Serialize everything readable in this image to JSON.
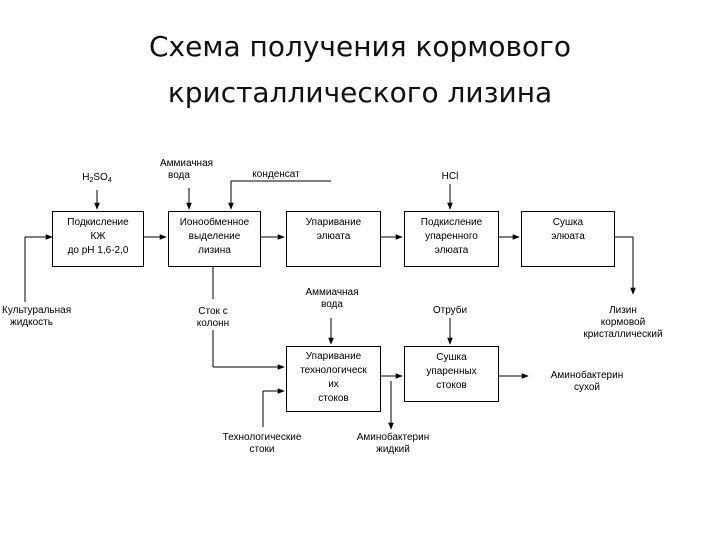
{
  "title": {
    "line1": "Схема получения кормового",
    "line2": "кристаллического лизина"
  },
  "boxes": {
    "acidify": [
      "Подкисление",
      "КЖ",
      "до pH 1,6-2,0"
    ],
    "ion_exchange": [
      "Ионообменное",
      "выделение",
      "лизина"
    ],
    "evap_eluate": [
      "Упаривание",
      "элюата"
    ],
    "acidify_evap": [
      "Подкисление",
      "упаренного",
      "элюата"
    ],
    "dry_eluate": [
      "Сушка",
      "элюата"
    ],
    "evap_tech": [
      "Упаривание",
      "технологическ",
      "их",
      "стоков"
    ],
    "dry_evap": [
      "Сушка",
      "упаренных",
      "стоков"
    ]
  },
  "labels": {
    "h2so4_h": "H",
    "h2so4_2": "2",
    "h2so4_so": "SO",
    "h2so4_4": "4",
    "ammonia_top": [
      "Аммиачная",
      "вода"
    ],
    "condensate": "конденсат",
    "hcl": "HCl",
    "culture": [
      "Культуральная",
      "жидкость"
    ],
    "column_drain": [
      "Сток с",
      "колонн"
    ],
    "ammonia_mid": [
      "Аммиачная",
      "вода"
    ],
    "bran": "Отруби",
    "lysine": [
      "Лизин",
      "кормовой",
      "кристаллический"
    ],
    "amino_dry": [
      "Аминобактерин",
      "сухой"
    ],
    "tech_drains": [
      "Технологические",
      "стоки"
    ],
    "amino_liquid": [
      "Аминобактерин",
      "жидкий"
    ]
  }
}
